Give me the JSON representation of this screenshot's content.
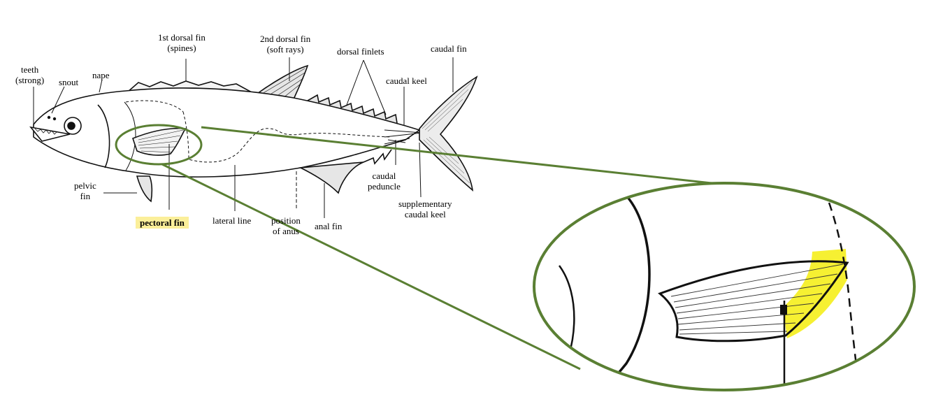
{
  "labels": {
    "teeth": "teeth\n(strong)",
    "snout": "snout",
    "nape": "nape",
    "dorsal1": "1st dorsal fin\n(spines)",
    "dorsal2": "2nd dorsal fin\n(soft rays)",
    "finlets": "dorsal finlets",
    "caudal_fin": "caudal fin",
    "caudal_keel": "caudal keel",
    "pelvic": "pelvic\nfin",
    "pectoral": "pectoral fin",
    "lateral": "lateral line",
    "anus": "position\nof anus",
    "anal": "anal fin",
    "peduncle": "caudal\npeduncle",
    "supp_keel": "supplementary\ncaudal keel"
  },
  "colors": {
    "callout_stroke": "#5a7f33",
    "highlight": "#fbef9a",
    "highlight_zoom": "#f5ee1c",
    "outline": "#111111"
  }
}
